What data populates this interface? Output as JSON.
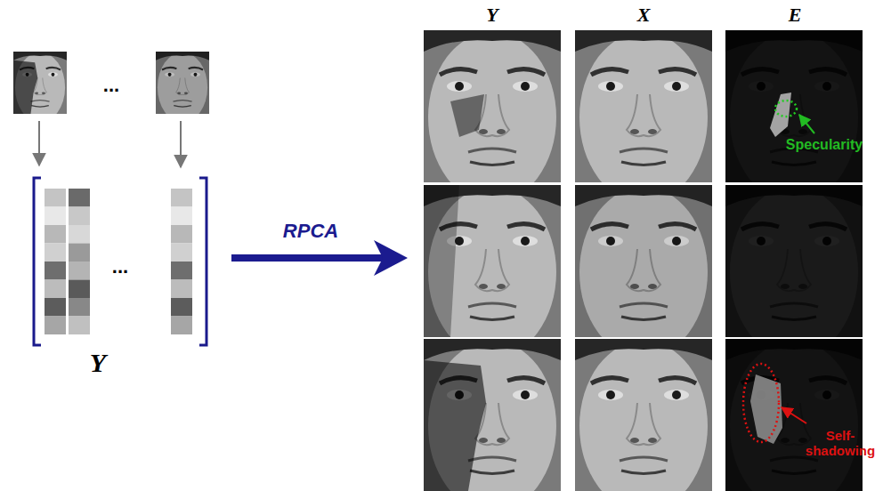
{
  "diagram": {
    "nodes": [
      {
        "text": [
          "...",
          "Y"
        ]
      },
      {
        "text": [
          "Y",
          "X",
          "E"
        ]
      }
    ],
    "edges": [
      {
        "from": 0,
        "to": 1,
        "label": "RPCA",
        "arrow": "to"
      }
    ],
    "labels": [
      "...",
      "Specularity",
      "Self- shadowing"
    ]
  }
}
